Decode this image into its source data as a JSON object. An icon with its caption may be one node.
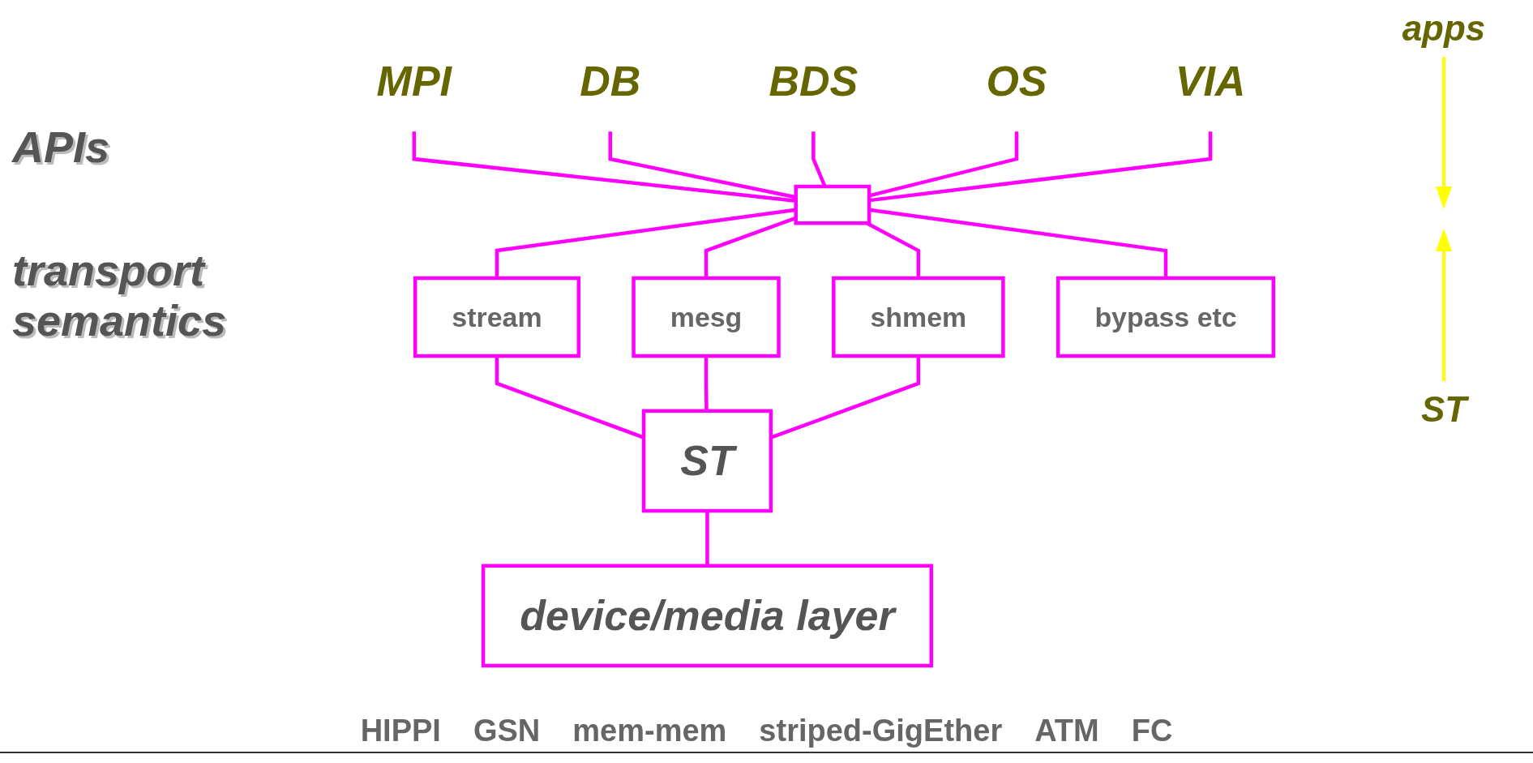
{
  "diagram": {
    "nodes": [
      {
        "text": [
          "MPI"
        ]
      },
      {
        "text": [
          "DB"
        ]
      },
      {
        "text": [
          "BDS"
        ]
      },
      {
        "text": [
          "OS"
        ]
      },
      {
        "text": [
          "VIA"
        ]
      },
      {
        "text": [],
        "shape": "box"
      },
      {
        "text": [
          "stream"
        ]
      },
      {
        "text": [
          "mesg"
        ]
      },
      {
        "text": [
          "shmem"
        ]
      },
      {
        "text": [
          "bypass etc"
        ]
      },
      {
        "text": [
          "ST"
        ]
      },
      {
        "text": [
          "device/media layer"
        ]
      }
    ],
    "edges": [
      {
        "from": 0,
        "to": 5,
        "arrow": "none"
      },
      {
        "from": 1,
        "to": 5,
        "arrow": "none"
      },
      {
        "from": 2,
        "to": 5,
        "arrow": "none"
      },
      {
        "from": 3,
        "to": 5,
        "arrow": "none"
      },
      {
        "from": 4,
        "to": 5,
        "arrow": "none"
      },
      {
        "from": 5,
        "to": 6,
        "arrow": "none"
      },
      {
        "from": 5,
        "to": 7,
        "arrow": "none"
      },
      {
        "from": 5,
        "to": 8,
        "arrow": "none"
      },
      {
        "from": 5,
        "to": 9,
        "arrow": "none"
      },
      {
        "from": 6,
        "to": 10,
        "arrow": "none"
      },
      {
        "from": 7,
        "to": 10,
        "arrow": "none"
      },
      {
        "from": 8,
        "to": 10,
        "arrow": "none"
      },
      {
        "from": 10,
        "to": 11,
        "arrow": "none"
      }
    ],
    "labels": [
      "apps",
      "APIs",
      "transport semantics",
      "ST",
      "HIPPI",
      "GSN",
      "mem-mem",
      "striped-GigEther",
      "ATM",
      "FC"
    ]
  }
}
